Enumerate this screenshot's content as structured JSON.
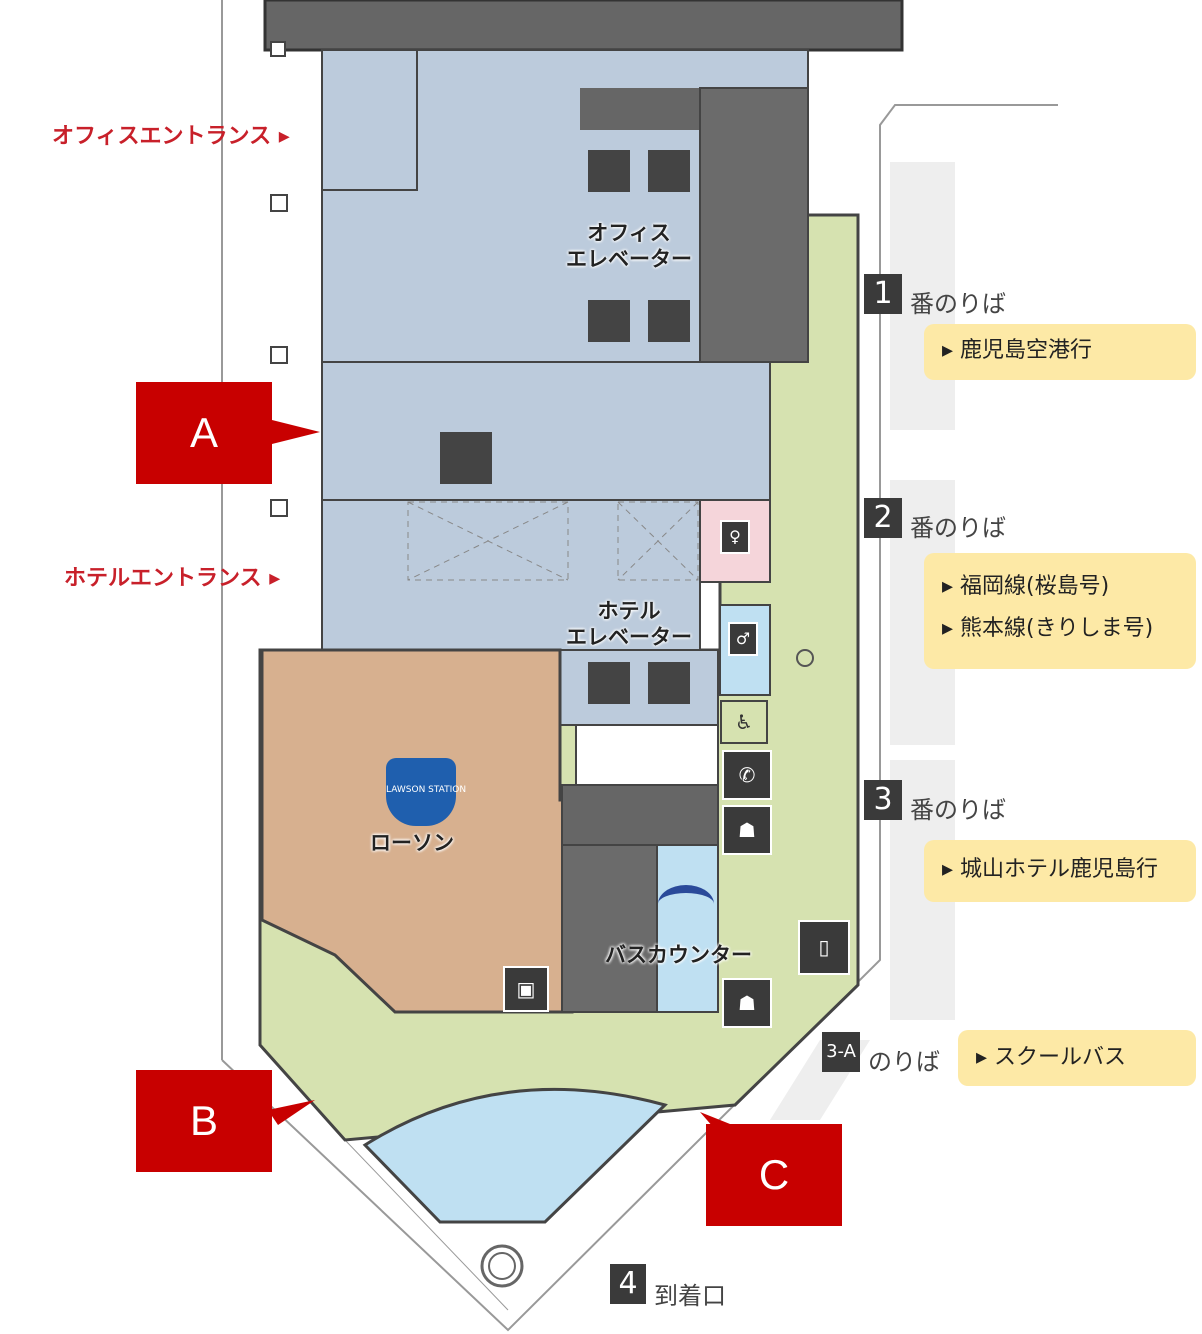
{
  "entrances": {
    "office": "オフィスエントランス ▸",
    "hotel": "ホテルエントランス ▸"
  },
  "rooms": {
    "office_elevator": [
      "オフィス",
      "エレベーター"
    ],
    "hotel_elevator": [
      "ホテル",
      "エレベーター"
    ],
    "lawson": "ローソン",
    "lawson_logo": "LAWSON STATION",
    "bus_counter": "バスカウンター"
  },
  "stops": [
    {
      "number": "1",
      "label": "番のりば",
      "destinations": [
        "▸ 鹿児島空港行"
      ]
    },
    {
      "number": "2",
      "label": "番のりば",
      "destinations": [
        "▸ 福岡線(桜島号)",
        "▸ 熊本線(きりしま号)"
      ]
    },
    {
      "number": "3",
      "label": "番のりば",
      "destinations": [
        "▸ 城山ホテル鹿児島行"
      ]
    },
    {
      "number": "3-A",
      "label": "のりば",
      "destinations": [
        "▸ スクールバス"
      ]
    },
    {
      "number": "4",
      "label": "到着口",
      "destinations": []
    }
  ],
  "markers": [
    "A",
    "B",
    "C"
  ],
  "colors": {
    "office": "#bccbdc",
    "walkway": "#d6e2b0",
    "lawson": "#d7b08f",
    "pond": "#bfe0f2",
    "marker": "#c80000",
    "dest": "#fde9a6"
  }
}
